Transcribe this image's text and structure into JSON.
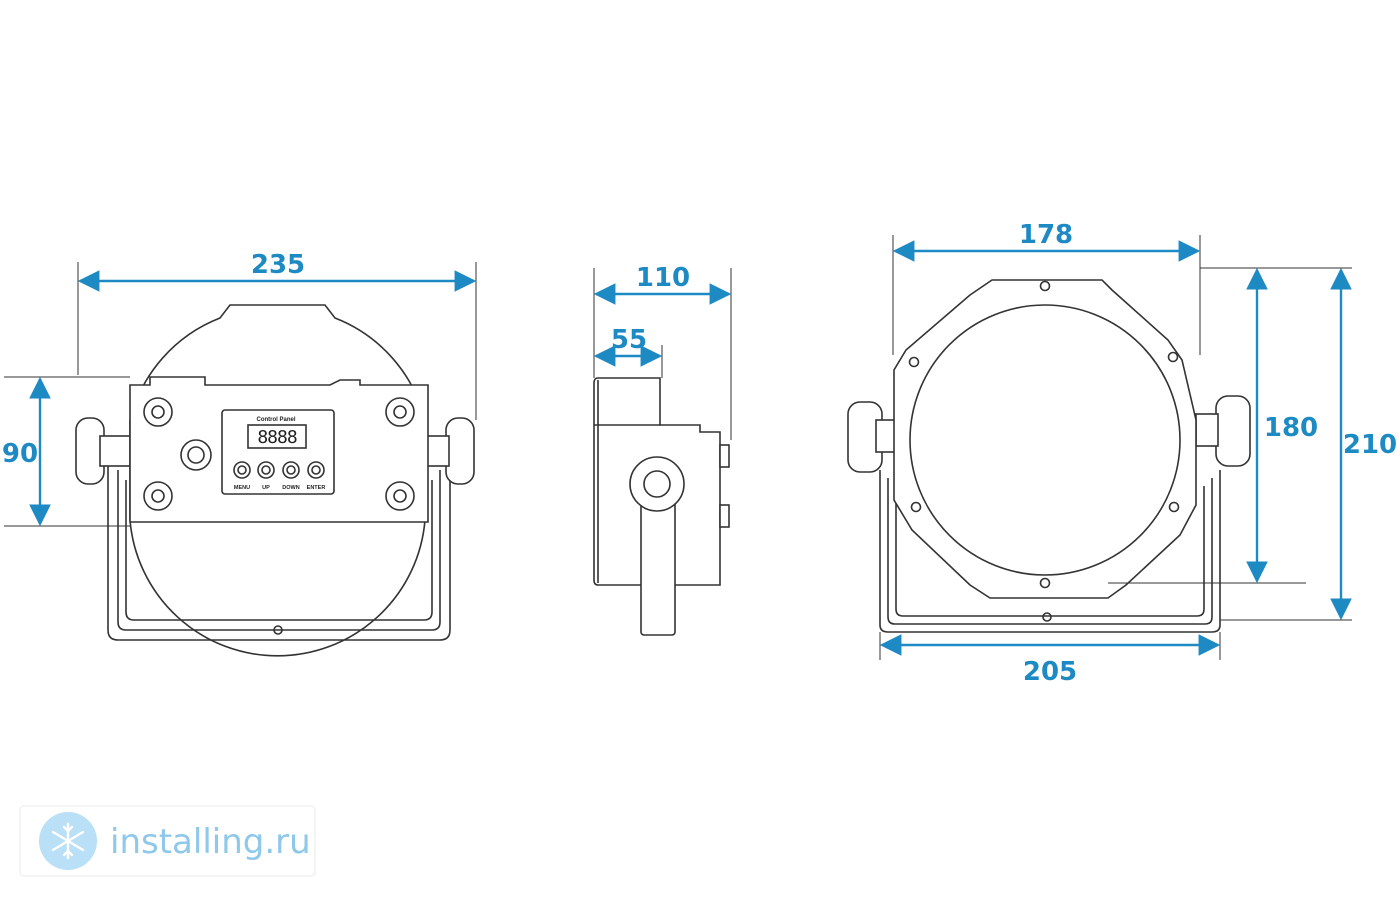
{
  "colors": {
    "dimension": "#1e8ac4",
    "outline": "#333333",
    "watermark": "#8ec8ea"
  },
  "views": {
    "rear": {
      "width_label": "235",
      "height_label": "90",
      "panel": {
        "title": "Control Panel",
        "display": "8888",
        "buttons": [
          "MENU",
          "UP",
          "DOWN",
          "ENTER"
        ]
      }
    },
    "side": {
      "depth_label": "110",
      "half_depth_label": "55"
    },
    "front": {
      "width_label": "178",
      "base_width_label": "205",
      "body_height_label": "180",
      "total_height_label": "210"
    }
  },
  "watermark": {
    "text": "installing.ru",
    "icon": "snowflake-icon"
  }
}
